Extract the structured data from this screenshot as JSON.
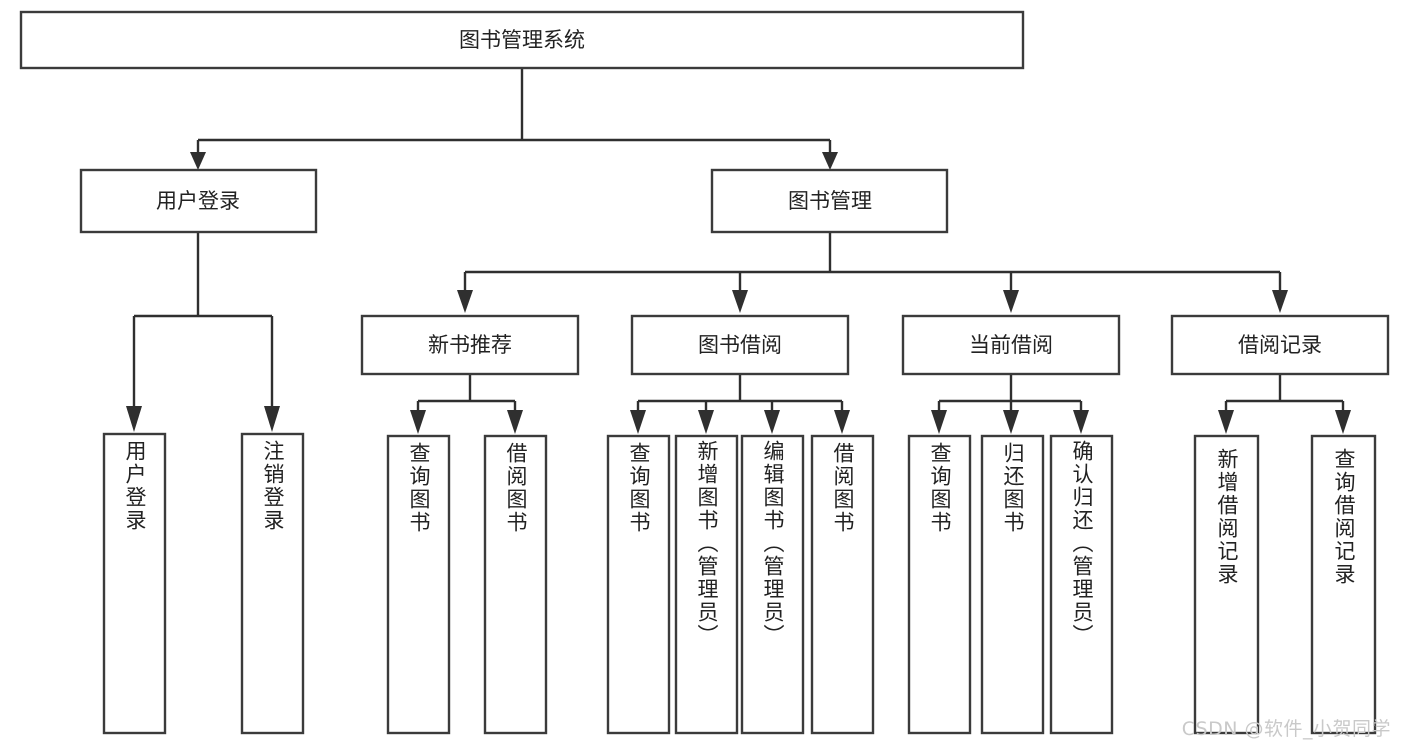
{
  "diagram": {
    "type": "tree-hierarchy",
    "title": "图书管理系统",
    "orientation": "top-down",
    "colors": {
      "box_stroke": "#3b3b3b",
      "box_fill": "#ffffff",
      "connector": "#2f2f2f",
      "text": "#222222",
      "watermark": "#c9c9c9",
      "background": "#ffffff"
    },
    "root": {
      "id": "root",
      "label": "图书管理系统"
    },
    "level2": [
      {
        "id": "user-login",
        "label": "用户登录"
      },
      {
        "id": "book-manage",
        "label": "图书管理"
      }
    ],
    "level3": [
      {
        "id": "new-book-rec",
        "label": "新书推荐",
        "parent": "book-manage"
      },
      {
        "id": "book-borrow",
        "label": "图书借阅",
        "parent": "book-manage"
      },
      {
        "id": "current-borrow",
        "label": "当前借阅",
        "parent": "book-manage"
      },
      {
        "id": "borrow-record",
        "label": "借阅记录",
        "parent": "book-manage"
      }
    ],
    "leaves": {
      "user-login": [
        {
          "id": "leaf-user-login",
          "label": "用户登录"
        },
        {
          "id": "leaf-logout",
          "label": "注销登录"
        }
      ],
      "new-book-rec": [
        {
          "id": "leaf-query-book-1",
          "label": "查询图书"
        },
        {
          "id": "leaf-borrow-book-1",
          "label": "借阅图书"
        }
      ],
      "book-borrow": [
        {
          "id": "leaf-query-book-2",
          "label": "查询图书"
        },
        {
          "id": "leaf-add-book",
          "label": "新增图书（管理员）"
        },
        {
          "id": "leaf-edit-book",
          "label": "编辑图书（管理员）"
        },
        {
          "id": "leaf-borrow-book-2",
          "label": "借阅图书"
        }
      ],
      "current-borrow": [
        {
          "id": "leaf-query-book-3",
          "label": "查询图书"
        },
        {
          "id": "leaf-return-book",
          "label": "归还图书"
        },
        {
          "id": "leaf-confirm-return",
          "label": "确认归还（管理员）"
        }
      ],
      "borrow-record": [
        {
          "id": "leaf-add-record",
          "label": "新增借阅记录"
        },
        {
          "id": "leaf-query-record",
          "label": "查询借阅记录"
        }
      ]
    }
  },
  "watermark": {
    "text": "CSDN @软件_小贺同学"
  }
}
